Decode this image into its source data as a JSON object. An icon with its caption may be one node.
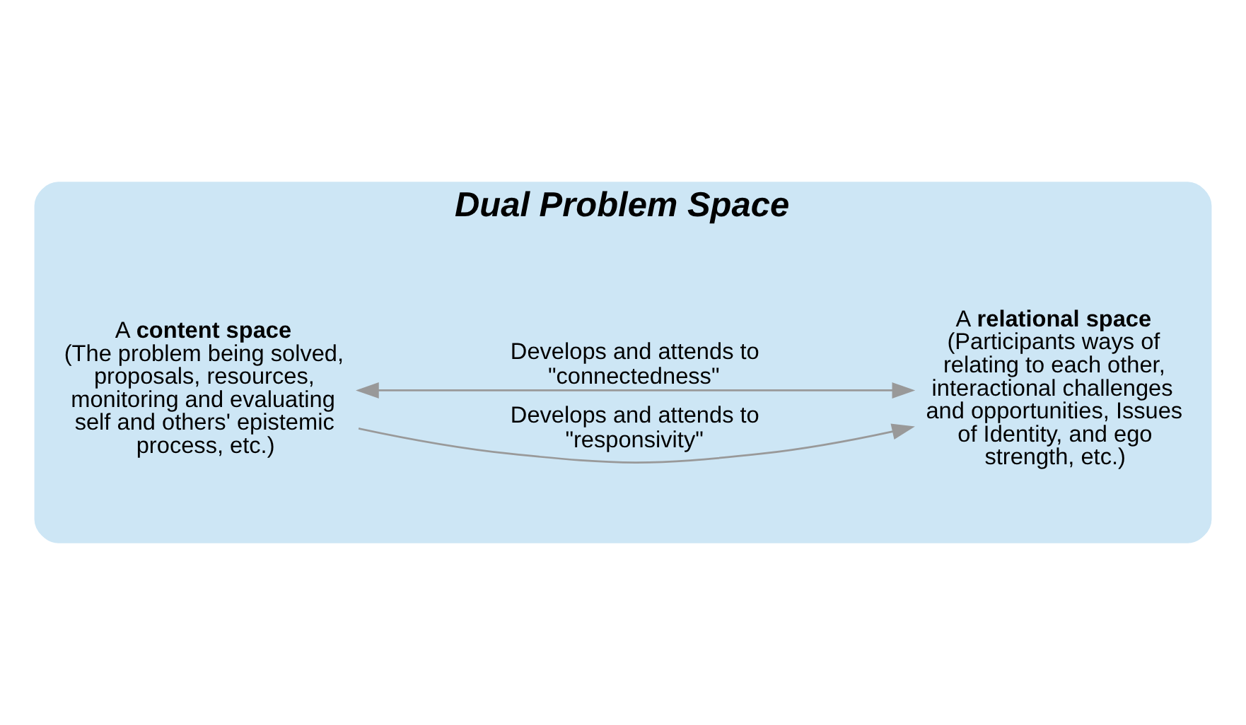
{
  "diagram": {
    "nodes": [
      {
        "text": [
          "Dual Problem Space"
        ]
      },
      {
        "text": [
          "A **content space**",
          "(The problem being solved, proposals, resources, monitoring and evaluating self and others' epistemic process, etc.)"
        ],
        "in": 0
      },
      {
        "text": [
          "A **relational space**",
          "(Participants ways of relating to each other, interactional challenges and opportunities, Issues of Identity, and ego strength, etc.)"
        ],
        "in": 0
      }
    ],
    "edges": [
      {
        "from": 1,
        "to": 2,
        "arrow": "to",
        "label": "Develops and attends to \"responsivity\""
      },
      {
        "from": 1,
        "to": 2,
        "arrow": "both",
        "label": "Develops and attends to \"connectedness\""
      }
    ]
  }
}
